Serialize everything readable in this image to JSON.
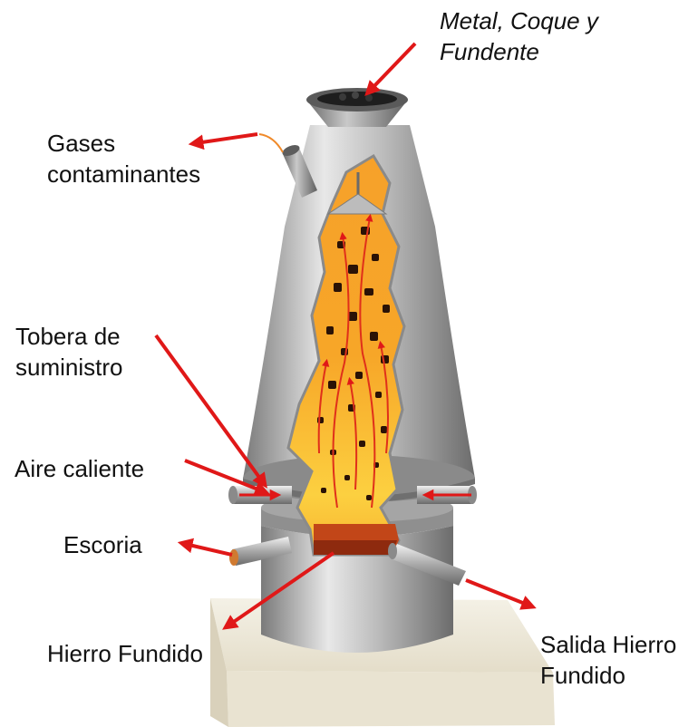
{
  "diagram": {
    "labels": {
      "input": {
        "lines": [
          "Metal, Coque y",
          "Fundente"
        ]
      },
      "gases": {
        "lines": [
          "Gases",
          "contaminantes"
        ]
      },
      "tobera": {
        "lines": [
          "Tobera de",
          "suministro"
        ]
      },
      "aire": {
        "lines": [
          "Aire caliente"
        ]
      },
      "escoria": {
        "lines": [
          "Escoria"
        ]
      },
      "hierro": {
        "lines": [
          "Hierro Fundido"
        ]
      },
      "salida": {
        "lines": [
          "Salida Hierro",
          "Fundido"
        ]
      }
    },
    "colors": {
      "arrow": "#e01818",
      "steel_light": "#e6e6e6",
      "steel_mid": "#a9a9a9",
      "steel_dark": "#6f6f6f",
      "charge_light": "#fcd040",
      "charge_mid": "#f7a628",
      "charge_dark": "#ea7f16",
      "slag": "#c24618",
      "iron": "#8e2a0e",
      "coke": "#2a1206",
      "base": "#efeadc"
    },
    "icons": [
      "furnace-illustration",
      "red-arrow"
    ]
  }
}
